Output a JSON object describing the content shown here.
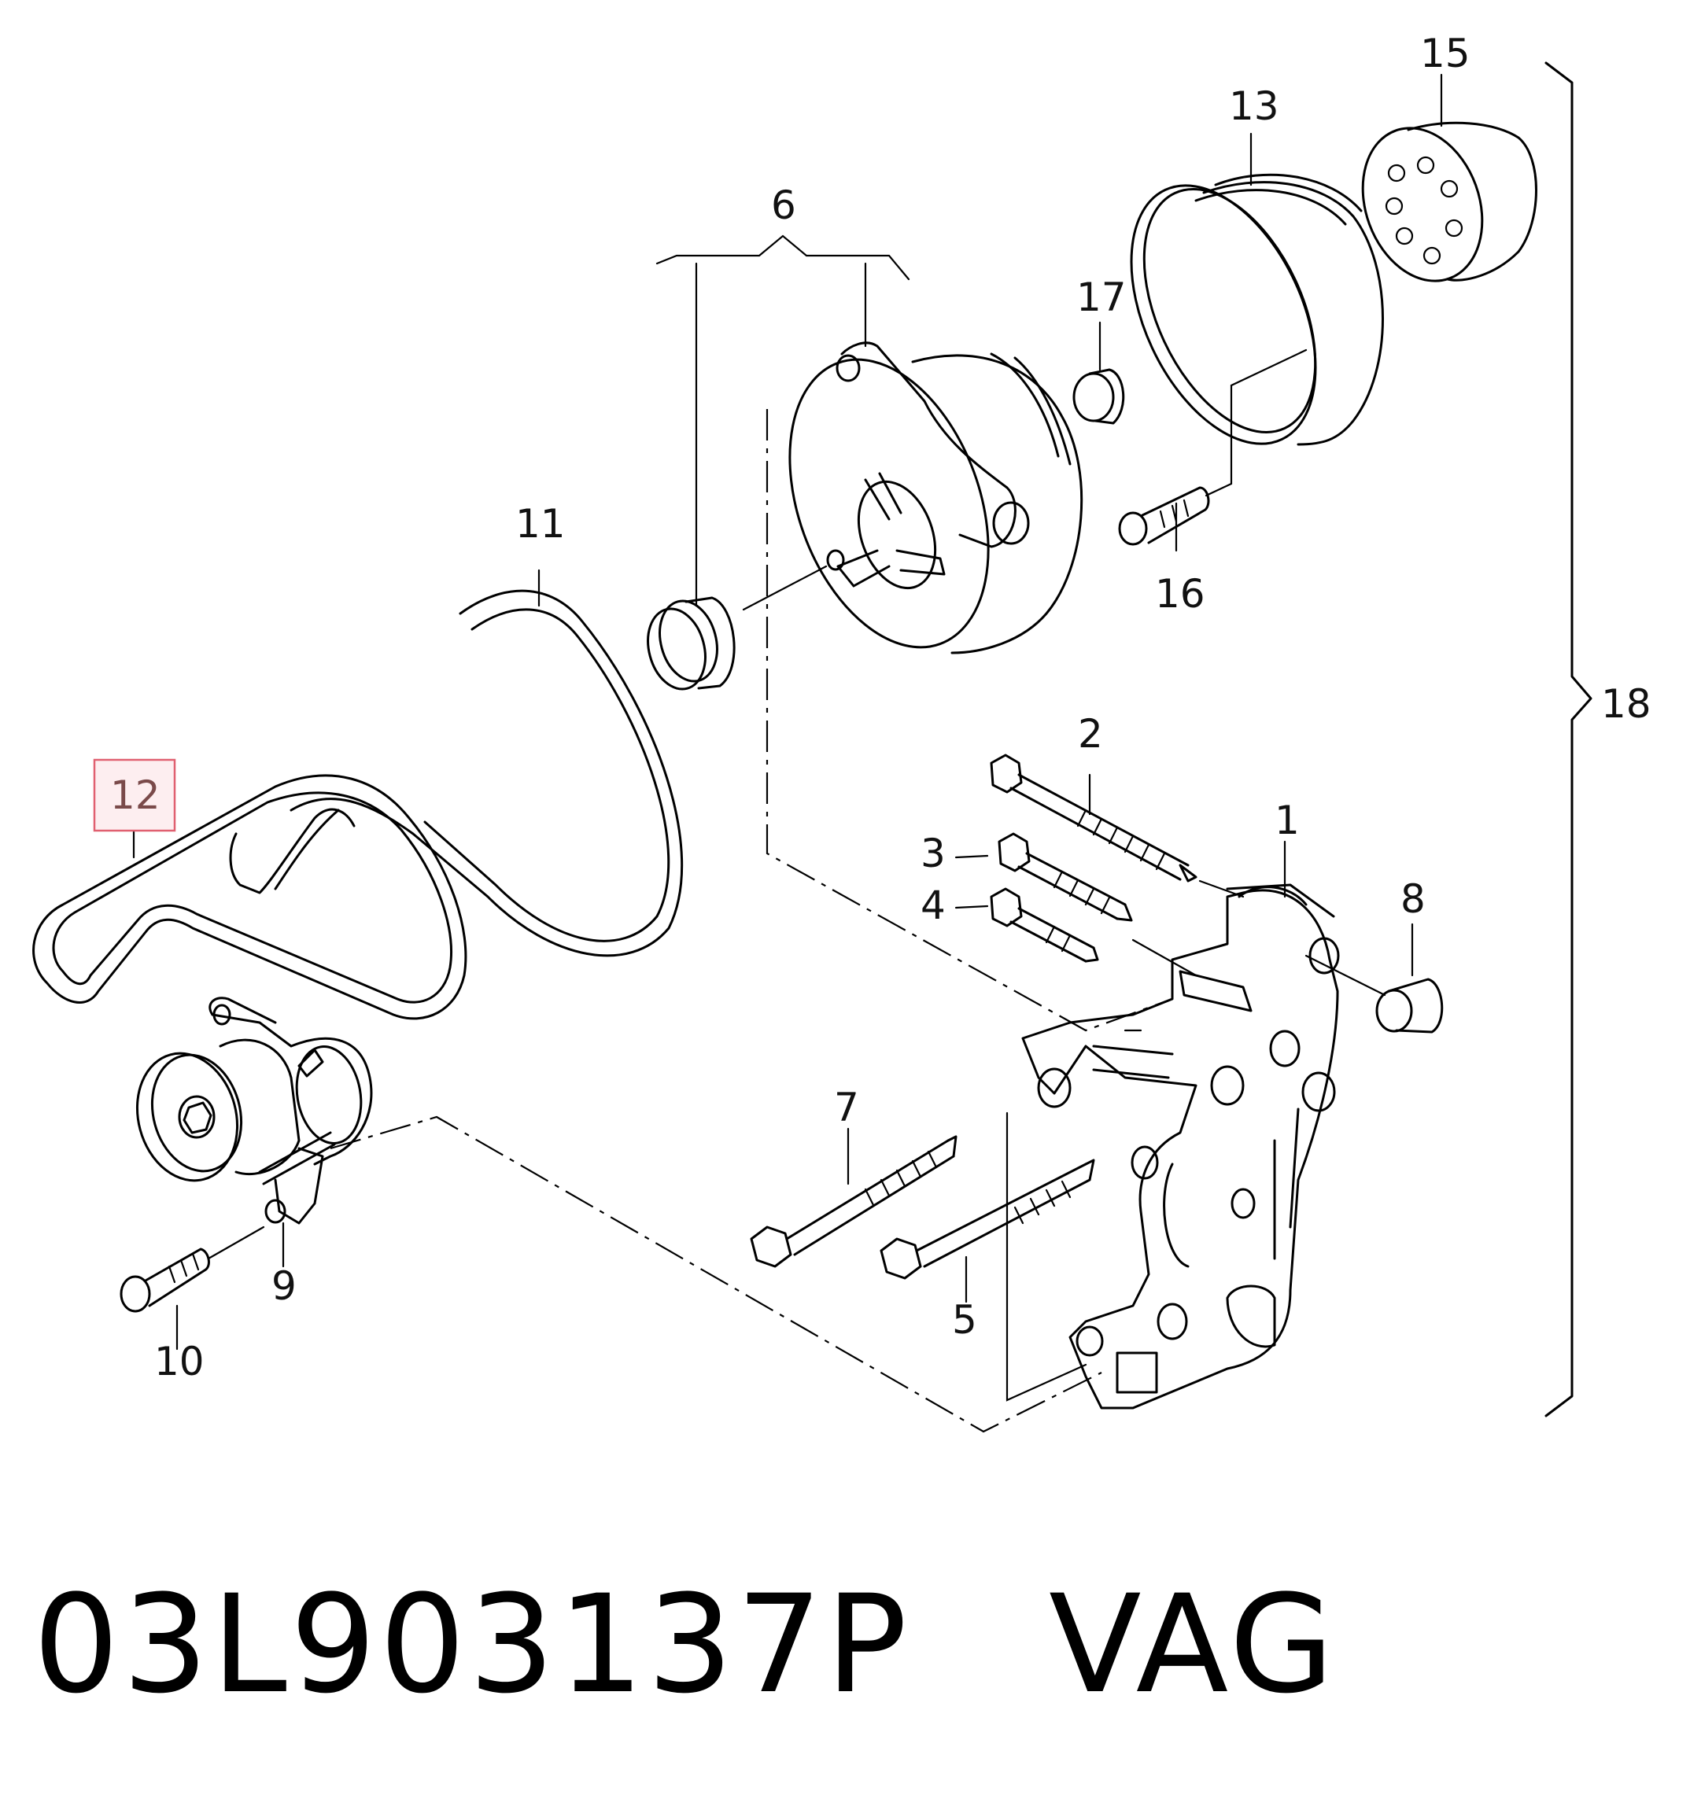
{
  "diagram": {
    "labels": {
      "p1": "1",
      "p2": "2",
      "p3": "3",
      "p4": "4",
      "p5": "5",
      "p6": "6",
      "p7": "7",
      "p8": "8",
      "p9": "9",
      "p10": "10",
      "p11": "11",
      "p12": "12",
      "p13": "13",
      "p15": "15",
      "p16": "16",
      "p17": "17",
      "p18": "18"
    },
    "highlighted_part": "12",
    "highlight_color": "#e06070"
  },
  "footer": {
    "part_number": "03L903137P",
    "brand": "VAG",
    "text": "03L903137P   VAG"
  }
}
